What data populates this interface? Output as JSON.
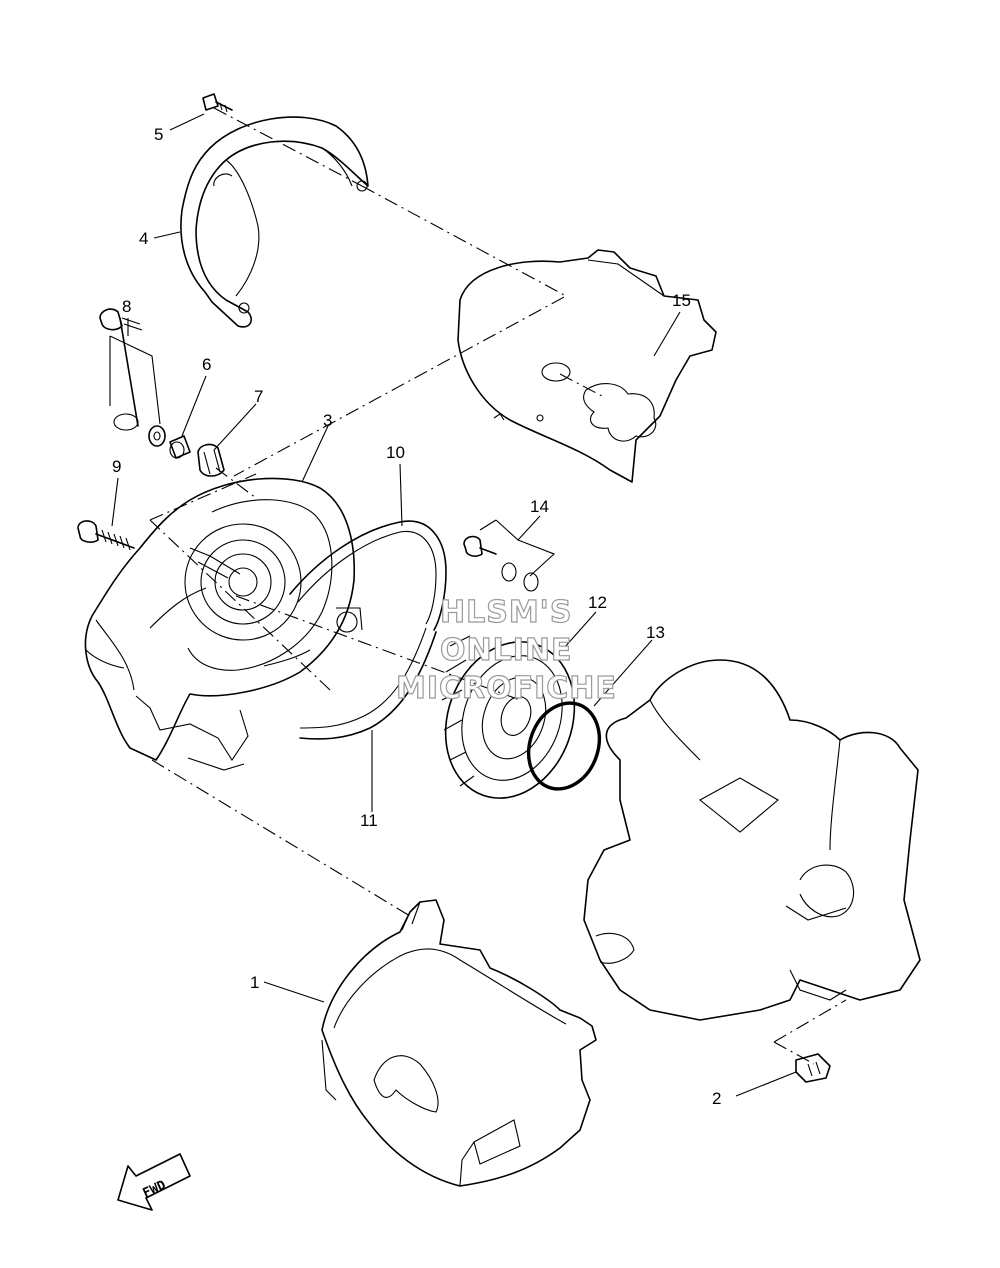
{
  "callouts": {
    "c1": "1",
    "c2": "2",
    "c3": "3",
    "c4": "4",
    "c5": "5",
    "c6": "6",
    "c7": "7",
    "c8": "8",
    "c9": "9",
    "c10": "10",
    "c11": "11",
    "c12": "12",
    "c13": "13",
    "c14": "14",
    "c15": "15"
  },
  "watermark": {
    "line1": "HLSM'S",
    "line2": "ONLINE",
    "line3": "MICROFICHE"
  },
  "fwd_label": "FWD",
  "colors": {
    "ink": "#000000",
    "paper": "#ffffff",
    "watermark": "#9a9a9a"
  }
}
